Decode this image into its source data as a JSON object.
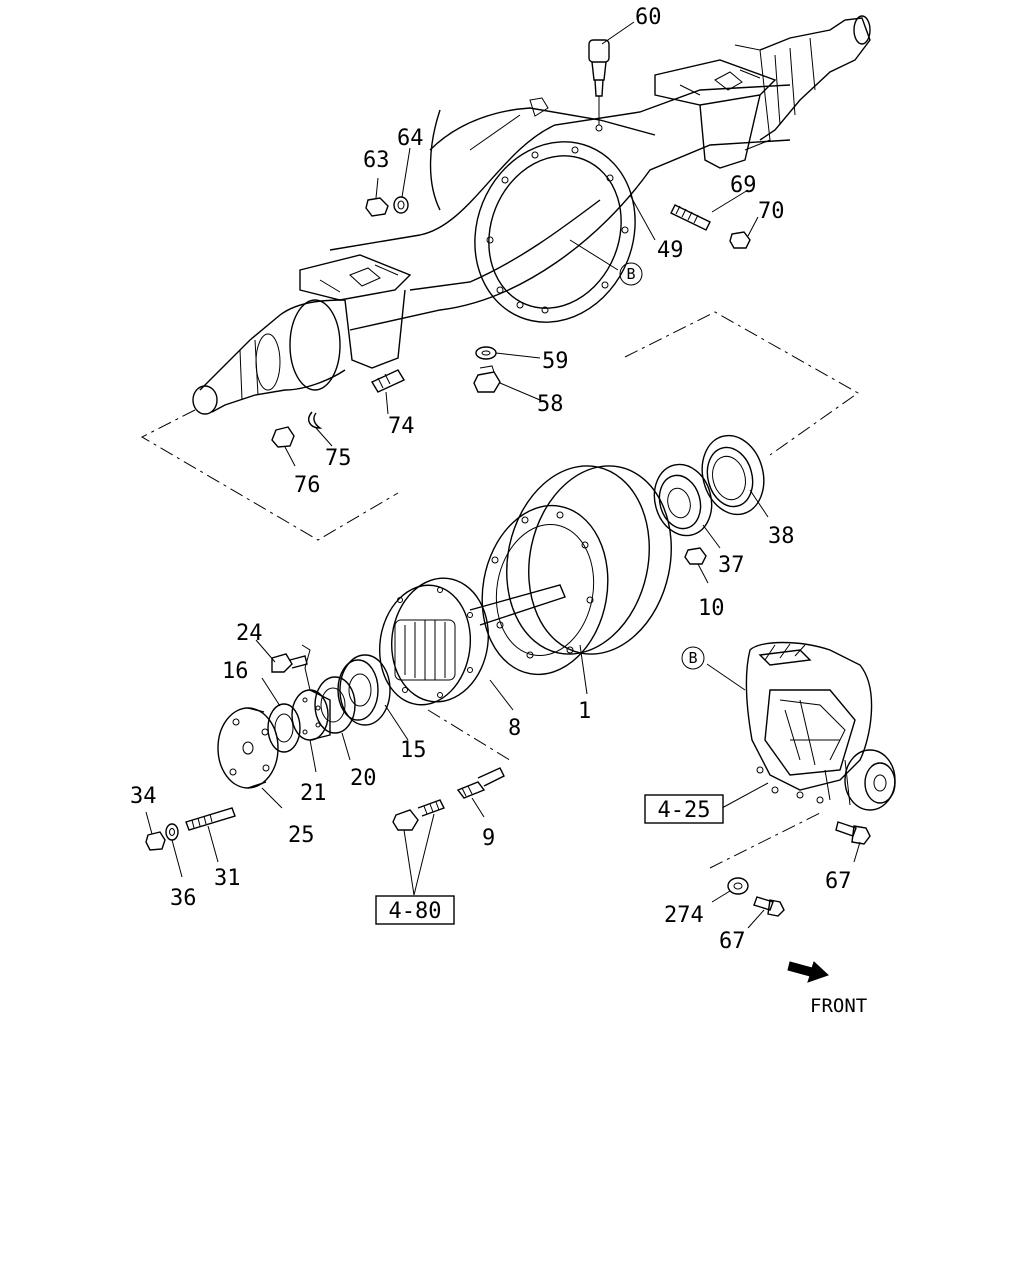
{
  "callouts": {
    "c1": "1",
    "c8": "8",
    "c9": "9",
    "c10": "10",
    "c15": "15",
    "c16": "16",
    "c20": "20",
    "c21": "21",
    "c24": "24",
    "c25": "25",
    "c31": "31",
    "c34": "34",
    "c36": "36",
    "c37": "37",
    "c38": "38",
    "c49": "49",
    "c58": "58",
    "c59": "59",
    "c60": "60",
    "c63": "63",
    "c64": "64",
    "c67a": "67",
    "c67b": "67",
    "c69": "69",
    "c70": "70",
    "c74": "74",
    "c75": "75",
    "c76": "76",
    "c274": "274"
  },
  "refs": {
    "group_425": "4-25",
    "group_480": "4-80"
  },
  "markers": {
    "b_top": "B",
    "b_diff": "B"
  },
  "direction": {
    "front_label": "FRONT"
  }
}
